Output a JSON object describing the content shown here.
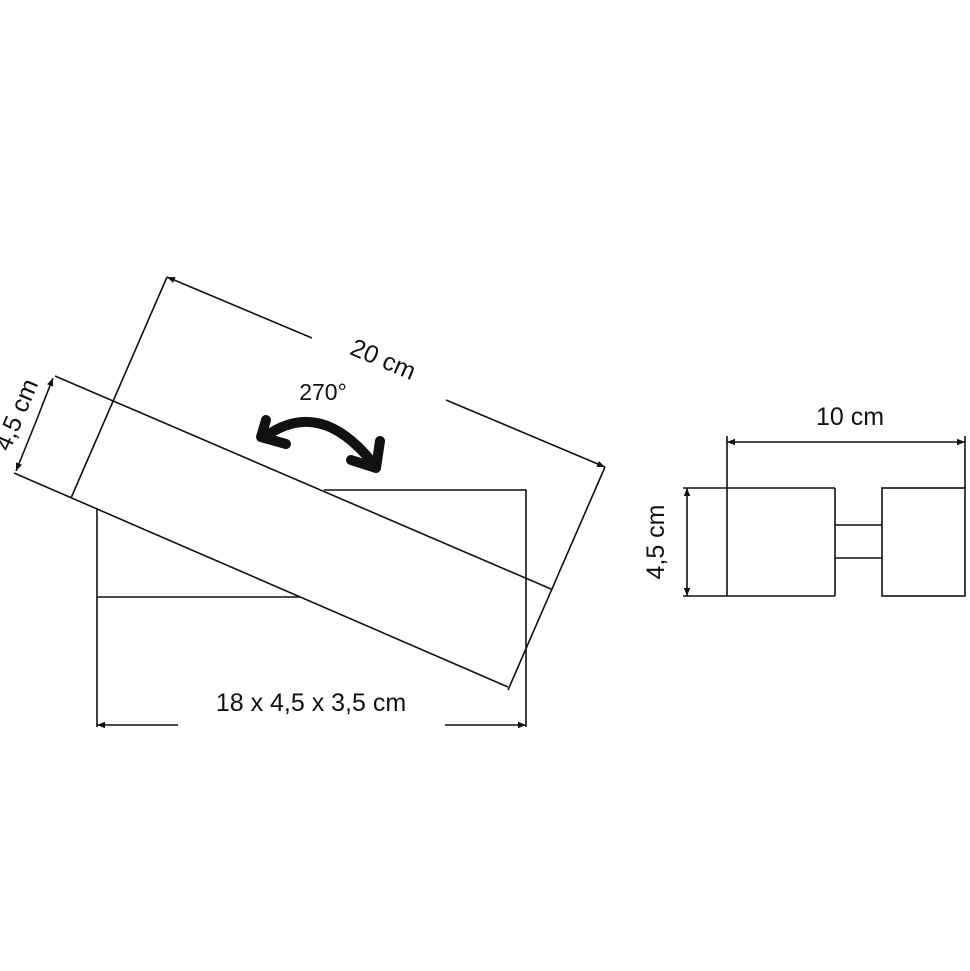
{
  "side_view": {
    "length_label": "20 cm",
    "rotation_label": "270°",
    "height_label": "4,5 cm",
    "base_label": "18 x 4,5 x 3,5 cm"
  },
  "front_view": {
    "width_label": "10 cm",
    "height_label": "4,5 cm"
  },
  "colors": {
    "line": "#111111",
    "background": "#ffffff"
  }
}
